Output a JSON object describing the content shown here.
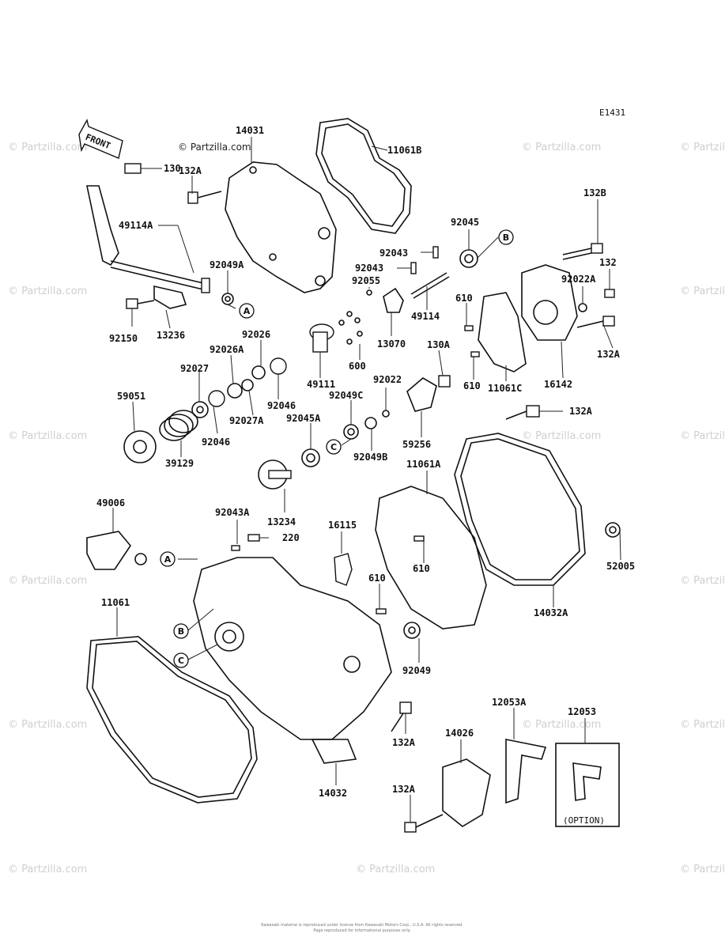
{
  "diagram": {
    "code": "E1431",
    "watermark": "© Partzilla.com",
    "header_watermark": "© Partzilla.com",
    "front_label": "FRONT",
    "option_label": "(OPTION)",
    "footer_line1": "Kawasaki material is reproduced under license from Kawasaki Motors Corp., U.S.A. All rights reserved.",
    "footer_line2": "Page reproduced for informational purposes only."
  },
  "refs": {
    "a": "A",
    "b": "B",
    "c": "C"
  },
  "parts": {
    "p14031": "14031",
    "p11061B": "11061B",
    "p130": "130",
    "p132A_top": "132A",
    "p49114A": "49114A",
    "p92049A": "92049A",
    "p92150": "92150",
    "p13236": "13236",
    "p92043_a": "92043",
    "p92043_b": "92043",
    "p92045": "92045",
    "p132B": "132B",
    "p132": "132",
    "p92022A": "92022A",
    "p92055": "92055",
    "p49114": "49114",
    "p610_a": "610",
    "p13070": "13070",
    "p92026": "92026",
    "p92026A": "92026A",
    "p92027": "92027",
    "p600": "600",
    "p130A": "130A",
    "p610_b": "610",
    "p11061C": "11061C",
    "p16142": "16142",
    "p132A_right": "132A",
    "p59051": "59051",
    "p49111": "49111",
    "p92049C": "92049C",
    "p92022": "92022",
    "p92046_a": "92046",
    "p92027A": "92027A",
    "p92046_b": "92046",
    "p92045A": "92045A",
    "p59256": "59256",
    "p132A_mid": "132A",
    "p39129": "39129",
    "p92049B": "92049B",
    "p11061A": "11061A",
    "p13234": "13234",
    "p49006": "49006",
    "p92043A": "92043A",
    "p220": "220",
    "p16115": "16115",
    "p610_c": "610",
    "p52005": "52005",
    "p11061": "11061",
    "p610_d": "610",
    "p14032A": "14032A",
    "p92049": "92049",
    "p12053A": "12053A",
    "p12053": "12053",
    "p132A_low1": "132A",
    "p14026": "14026",
    "p132A_low2": "132A",
    "p14032": "14032"
  }
}
